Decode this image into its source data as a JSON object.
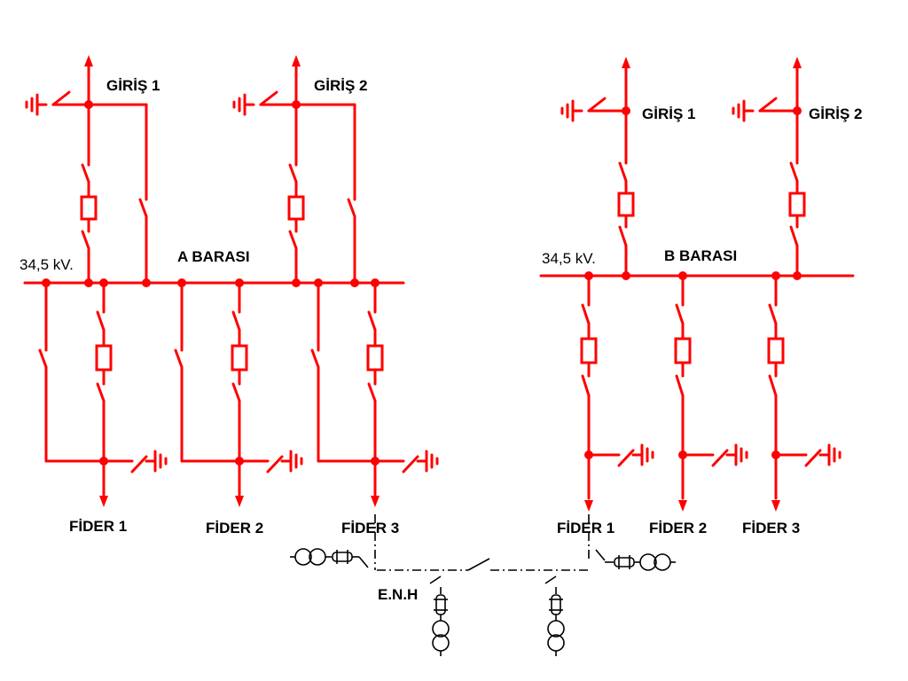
{
  "colors": {
    "line": "#ff0000",
    "text": "#000000",
    "background": "#ffffff",
    "secondary": "#000000"
  },
  "labels": {
    "a_giris1": "GİRİŞ 1",
    "a_giris2": "GİRİŞ 2",
    "b_giris1": "GİRİŞ 1",
    "b_giris2": "GİRİŞ 2",
    "a_voltage": "34,5 kV.",
    "b_voltage": "34,5 kV.",
    "a_bus": "A BARASI",
    "b_bus": "B  BARASI",
    "a_fider1": "FİDER 1",
    "a_fider2": "FİDER 2",
    "a_fider3": "FİDER 3",
    "b_fider1": "FİDER 1",
    "b_fider2": "FİDER 2",
    "b_fider3": "FİDER 3",
    "enh": "E.N.H"
  }
}
